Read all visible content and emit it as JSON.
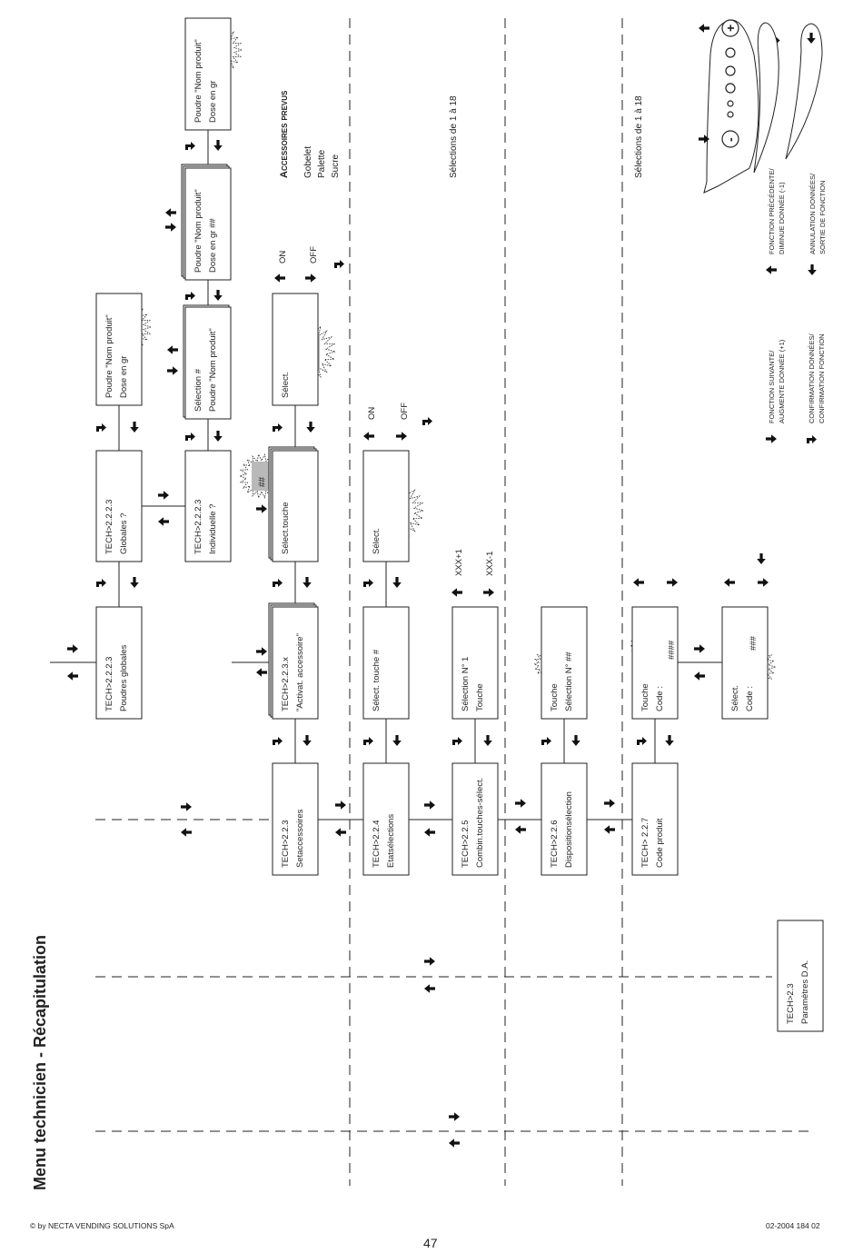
{
  "title": "Menu technicien - Récapitulation",
  "footer": {
    "copyright": "© by NECTA VENDING SOLUTIONS SpA",
    "doc_code": "02-2004 184 02",
    "page_number": "47"
  },
  "boxes": {
    "tech_2_2_2_3": [
      "TECH>2.2.2.3",
      "Poudres globales"
    ],
    "globales": [
      "TECH>2.2.2.3",
      "Globales ?"
    ],
    "globales_dose": [
      "Poudre \"Nom produit\"",
      "Dose en gr"
    ],
    "individuelle": [
      "TECH>2.2.2.3",
      "Individuelle ?"
    ],
    "selection_poudre": [
      "Sélection  #",
      "Poudre \"Nom produit\""
    ],
    "poudre_dose": [
      "Poudre \"Nom produit\"",
      "Dose en gr       ##"
    ],
    "poudre_dose_edit": [
      "Poudre \"Nom produit\"",
      "Dose en gr"
    ],
    "set_acc": [
      "TECH>2.2.3",
      "Setaccessoires"
    ],
    "activ_acc": [
      "TECH>2.2.3.x",
      "\"Activat. accessoire\""
    ],
    "select_touche_acc": [
      "Sélect.touche"
    ],
    "select_onoff_acc": [
      "Sélect."
    ],
    "etat_sel": [
      "TECH>2.2.4",
      "Etatsélections"
    ],
    "select_touche_etat": [
      "Sélect. touche #"
    ],
    "select_onoff_etat": [
      "Sélect."
    ],
    "combin": [
      "TECH>2.2.5",
      "Combin.touches-sélect."
    ],
    "selection_touche": [
      "Sélection N° 1",
      "Touche"
    ],
    "dispo": [
      "TECH>2.2.6",
      "Dispositionsélection"
    ],
    "touche_selection": [
      "Touche",
      "Sélection N° ##"
    ],
    "code_prod": [
      "TECH> 2.2.7",
      "Code produit"
    ],
    "touche_code": [
      "Touche",
      "Code :"
    ],
    "select_code": [
      "Sélect.",
      "Code :"
    ],
    "params_da": [
      "TECH>2.3",
      "Paramètres D.A."
    ]
  },
  "markers": {
    "hash_double": "##",
    "hash_triple": "###",
    "hash_quad": "####",
    "hash_single": "#",
    "on": "ON"
  },
  "labels": {
    "on": "ON",
    "off": "OFF",
    "xxx_plus": "XXX+1",
    "xxx_minus": "XXX-1",
    "sel_range_1": "Sélections  de  1  à 18",
    "sel_range_2": "Sélections  de  1  à 18"
  },
  "accessoires": {
    "heading": "Accessoires prevus",
    "items": [
      "Gobelet",
      "Palette",
      "Sucre"
    ]
  },
  "legend": {
    "next": [
      "FONCTION SUIVANTE/",
      "AUGMENTE DONNÉE (+1)"
    ],
    "prev": [
      "FONCTION PRÉCÉDENTE/",
      "DIMINUE DONNÉE (-1)"
    ],
    "confirm": [
      "CONFIRMATION DONNÉES/",
      "CONFIRMATION FONCTION"
    ],
    "cancel": [
      "ANNULATION DONNÉES/",
      "SORTIE DE FONCTION"
    ]
  },
  "keypad": {
    "plus_key": "+",
    "minus_key": "-"
  }
}
